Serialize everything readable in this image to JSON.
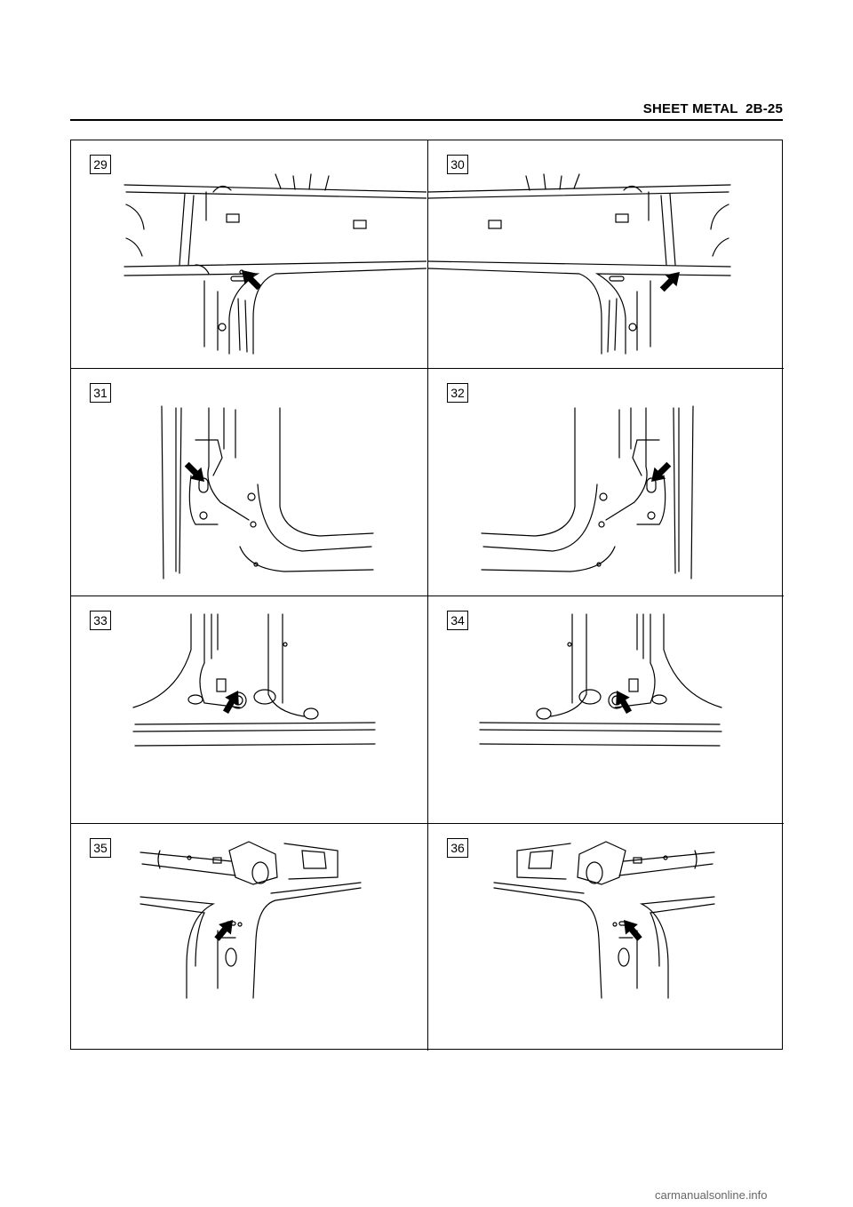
{
  "header": {
    "title": "SHEET METAL  2B-25"
  },
  "figures": [
    {
      "label": "29",
      "view": "roof-rail-left"
    },
    {
      "label": "30",
      "view": "roof-rail-right"
    },
    {
      "label": "31",
      "view": "pillar-left"
    },
    {
      "label": "32",
      "view": "pillar-right"
    },
    {
      "label": "33",
      "view": "sill-left"
    },
    {
      "label": "34",
      "view": "sill-right"
    },
    {
      "label": "35",
      "view": "junction-left"
    },
    {
      "label": "36",
      "view": "junction-right"
    }
  ],
  "footer": {
    "watermark": "carmanualsonline.info"
  }
}
